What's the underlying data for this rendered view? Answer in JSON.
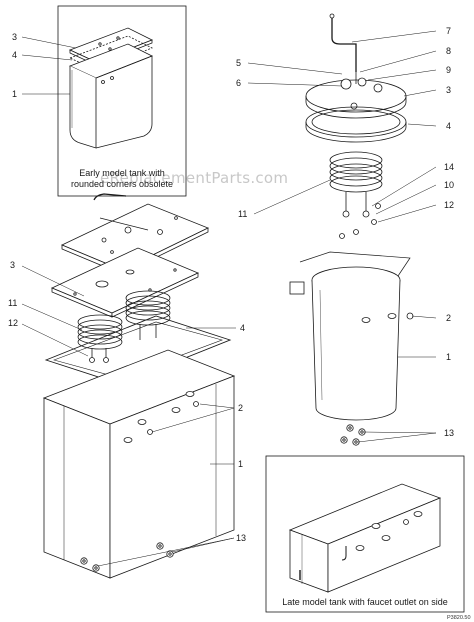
{
  "watermark": "eReplacementParts.com",
  "captions": {
    "early_model": "Early model tank with rounded corners obsolete",
    "late_model": "Late model tank with faucet outlet on side"
  },
  "drawing_code": "P3820.50",
  "callouts": {
    "inset_top": [
      "3",
      "4",
      "1"
    ],
    "left_assembly": [
      "3",
      "11",
      "12",
      "4",
      "2",
      "1",
      "13"
    ],
    "right_assembly": [
      "7",
      "5",
      "8",
      "9",
      "6",
      "3",
      "4",
      "14",
      "10",
      "12",
      "11",
      "2",
      "1",
      "13"
    ]
  },
  "colors": {
    "line": "#1a1a1a",
    "watermark": "#c8c8c8",
    "background": "#ffffff"
  }
}
